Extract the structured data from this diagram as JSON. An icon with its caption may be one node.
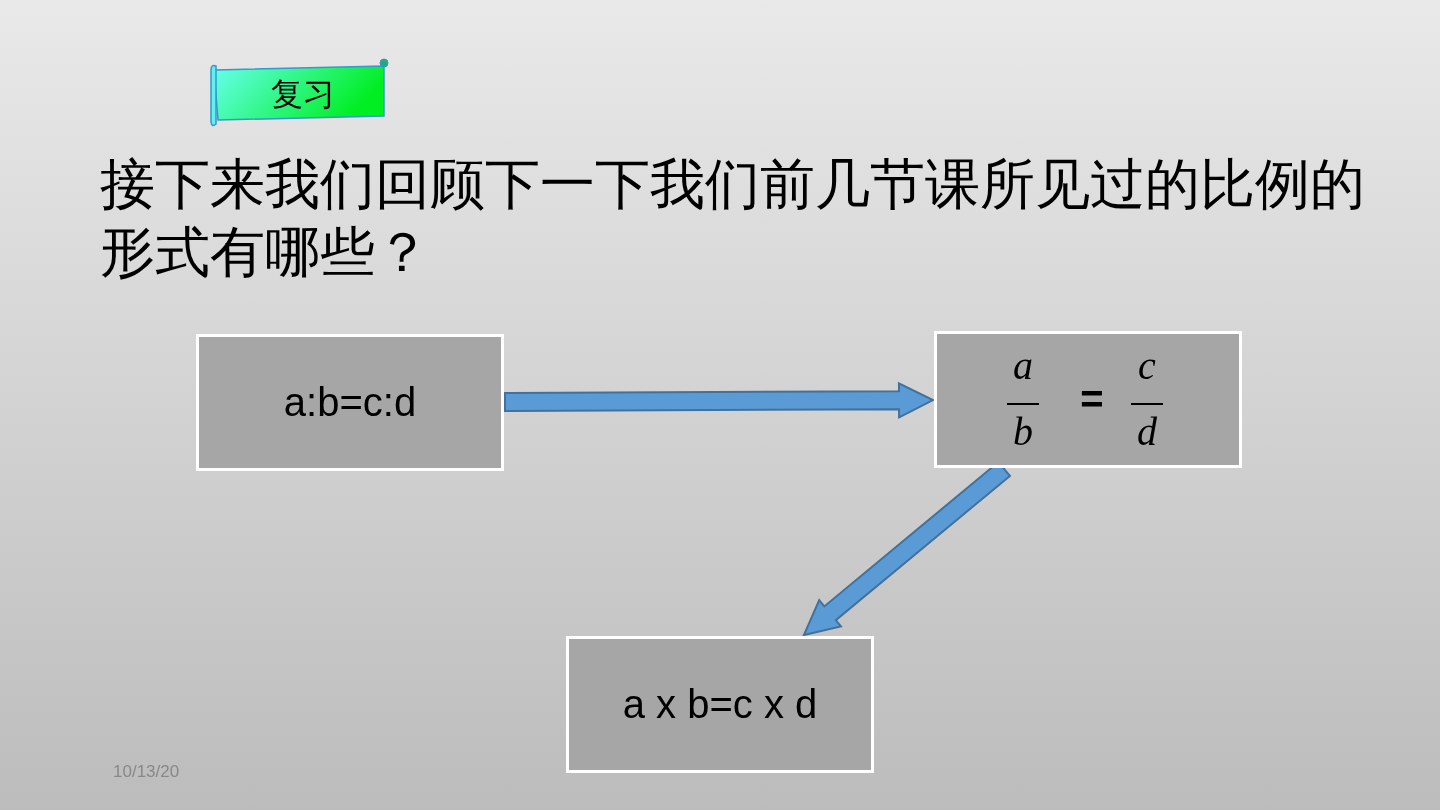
{
  "diagram": {
    "title": "接下来我们回顾下一下我们前几节课所见过的比例的形式有哪些？",
    "nodes": [
      {
        "text": [
          "复习"
        ]
      },
      {
        "text": [
          "a:b=c:d"
        ]
      },
      {
        "text": [
          "a",
          "b",
          "=",
          "c",
          "d"
        ]
      },
      {
        "text": [
          "a x b=c x d"
        ]
      }
    ],
    "edges": [
      {
        "from": 1,
        "to": 2,
        "arrow": "to"
      },
      {
        "from": 2,
        "to": 3,
        "arrow": "to"
      }
    ],
    "labels": [
      "10/13/20"
    ]
  }
}
